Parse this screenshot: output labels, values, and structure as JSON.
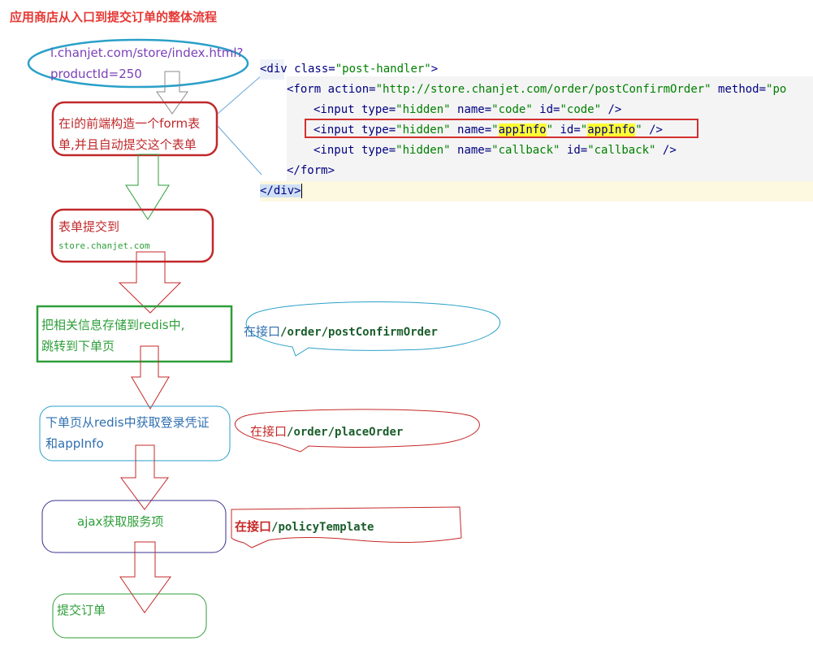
{
  "title": "应用商店从入口到提交订单的整体流程",
  "steps": {
    "entry_url": "i.chanjet.com/store/index.html?",
    "entry_param": "productId=250",
    "step1_line1": "在i的前端构造一个form表",
    "step1_line2": "单,并且自动提交这个表单",
    "step2_line1": "表单提交到",
    "step2_line2": "store.chanjet.com",
    "step3_line1": "把相关信息存储到redis中,",
    "step3_line2": "跳转到下单页",
    "step4_line1": "下单页从redis中获取登录凭证",
    "step4_line2": "和appInfo",
    "step5": "ajax获取服务项",
    "step6": "提交订单"
  },
  "callouts": {
    "c1_prefix": "在接口",
    "c1_path": "/order/postConfirmOrder",
    "c2_prefix": "在接口",
    "c2_path": "/order/placeOrder",
    "c3_prefix": "在接口",
    "c3_path": "/policyTemplate"
  },
  "code": {
    "l1_open": "<div",
    "l1_attr": " class=",
    "l1_val": "\"post-handler\"",
    "l1_close": ">",
    "l2_open": "<form",
    "l2_attr": " action=",
    "l2_val": "\"http://store.chanjet.com/order/postConfirmOrder\"",
    "l2_attr2": " method=",
    "l2_val2": "\"po",
    "l3_a": "<input",
    "l3_b": " type=",
    "l3_c": "\"hidden\"",
    "l3_d": " name=",
    "l3_e": "\"code\"",
    "l3_f": " id=",
    "l3_g": "\"code\"",
    "l3_h": " />",
    "l4_a": "<input",
    "l4_b": " type=",
    "l4_c": "\"hidden\"",
    "l4_d": " name=",
    "l4_q1": "\"",
    "l4_e": "appInfo",
    "l4_q2": "\"",
    "l4_f": " id=",
    "l4_q3": "\"",
    "l4_g": "appInfo",
    "l4_q4": "\"",
    "l4_h": " />",
    "l5_a": "<input",
    "l5_b": " type=",
    "l5_c": "\"hidden\"",
    "l5_d": " name=",
    "l5_e": "\"callback\"",
    "l5_f": " id=",
    "l5_g": "\"callback\"",
    "l5_h": " />",
    "l6": "</form>",
    "l7": "</div>"
  },
  "colors": {
    "title": "#e53935",
    "red_box": "#c0292b",
    "green": "#2e9e3a",
    "blue": "#2f6fb0",
    "purple": "#3a2f8f",
    "cyan_ellipse": "#2aa0c8",
    "arrow": "#c62828",
    "arrow_green": "#2e9e3a"
  }
}
